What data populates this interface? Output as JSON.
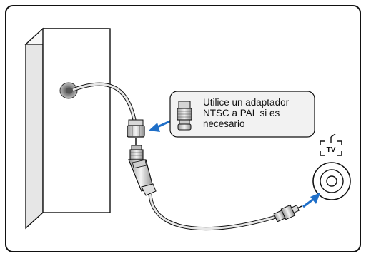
{
  "callout": {
    "lines": [
      "Utilice un adaptador",
      "NTSC a PAL si es",
      "necesario"
    ]
  },
  "tv_port": {
    "label": "TV"
  },
  "colors": {
    "frame_border": "#111111",
    "arrow_blue": "#1f6fc8",
    "callout_fill": "#f2f2f2",
    "wall": "#ffffff",
    "cable": "#dcdcdc"
  },
  "icons": [
    "wall-outlet-icon",
    "coax-cable-icon",
    "ntsc-pal-adapter-icon",
    "tv-antenna-port-icon",
    "tv-symbol-icon"
  ]
}
